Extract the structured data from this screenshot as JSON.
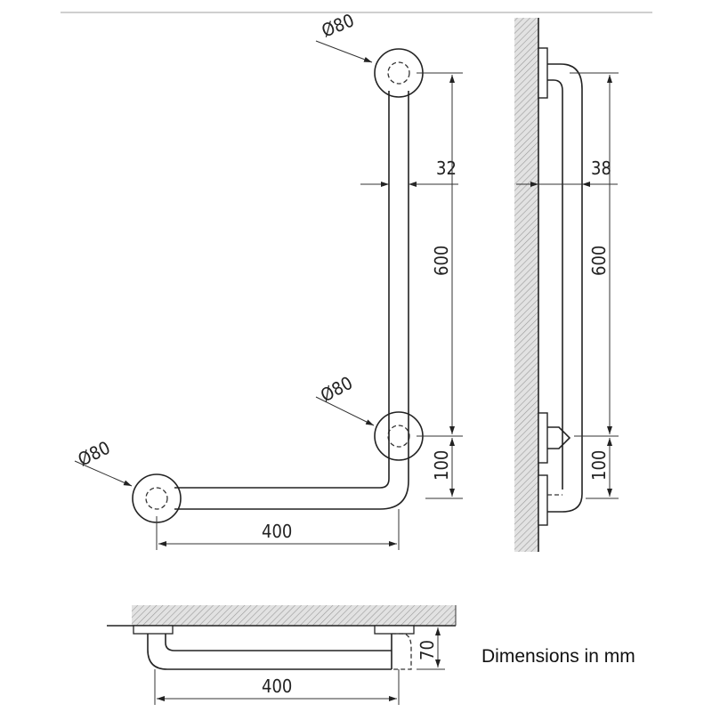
{
  "header_line_color": "#bfbfbf",
  "front_view": {
    "flange_top_dia": "Ø80",
    "flange_mid_dia": "Ø80",
    "flange_left_dia": "Ø80",
    "tube_dia": "32",
    "vertical_length": "600",
    "lower_offset": "100",
    "horizontal_length": "400"
  },
  "side_view": {
    "projection": "38",
    "vertical_length": "600",
    "lower_offset": "100"
  },
  "top_view": {
    "projection": "70",
    "horizontal_length": "400"
  },
  "note": "Dimensions in mm"
}
